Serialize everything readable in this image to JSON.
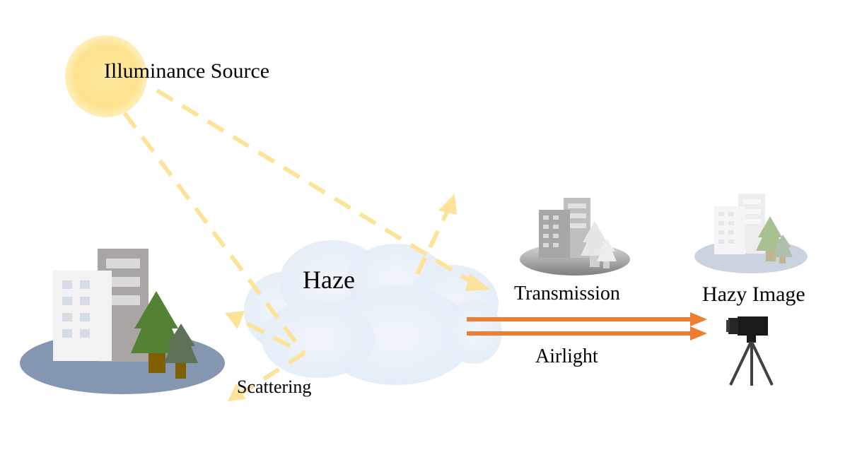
{
  "labels": {
    "source": "Illuminance Source",
    "haze": "Haze",
    "transmission": "Transmission",
    "hazy_image": "Hazy Image",
    "airlight": "Airlight",
    "scattering": "Scattering"
  },
  "colors": {
    "sun": "#fde9a0",
    "sun_glow": "#fbe38c",
    "light_ray": "#fde39a",
    "haze_cloud": "#e6eef8",
    "airlight_arrow": "#ed7d31",
    "ground_scene": "#8496b0",
    "ground_transmission": "#8c8c8c",
    "ground_hazy": "#ccd3e0",
    "tree_dark": "#548235",
    "tree_shadow": "#5f7257",
    "trunk": "#7f6000",
    "camera": "#1a1a1a"
  },
  "icons": {
    "sun": "sun-icon",
    "scene": "city-scene-icon",
    "transmission": "city-scene-faded-icon",
    "hazy": "city-scene-hazy-icon",
    "camera": "camera-icon"
  }
}
